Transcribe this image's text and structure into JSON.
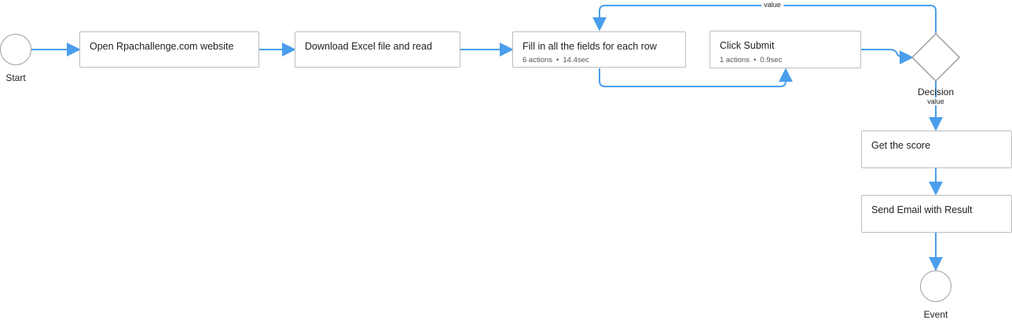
{
  "colors": {
    "edge": "#4a9eec",
    "node_border": "#bdbdbd",
    "gateway_border": "#9e9e9e"
  },
  "nodes": {
    "start": {
      "label": "Start"
    },
    "open_site": {
      "title": "Open Rpachallenge.com website"
    },
    "download_excel": {
      "title": "Download Excel file and read"
    },
    "fill_fields": {
      "title": "Fill in all the fields for each row",
      "actions": "6 actions",
      "duration": "14.4sec"
    },
    "click_submit": {
      "title": "Click Submit",
      "actions": "1 actions",
      "duration": "0.9sec"
    },
    "decision": {
      "label": "Decision"
    },
    "get_score": {
      "title": "Get the score"
    },
    "send_email": {
      "title": "Send Email with Result"
    },
    "event": {
      "label": "Event"
    }
  },
  "edges": {
    "loop_back_label": "value",
    "decision_down_label": "value"
  },
  "meta_separator": "•"
}
